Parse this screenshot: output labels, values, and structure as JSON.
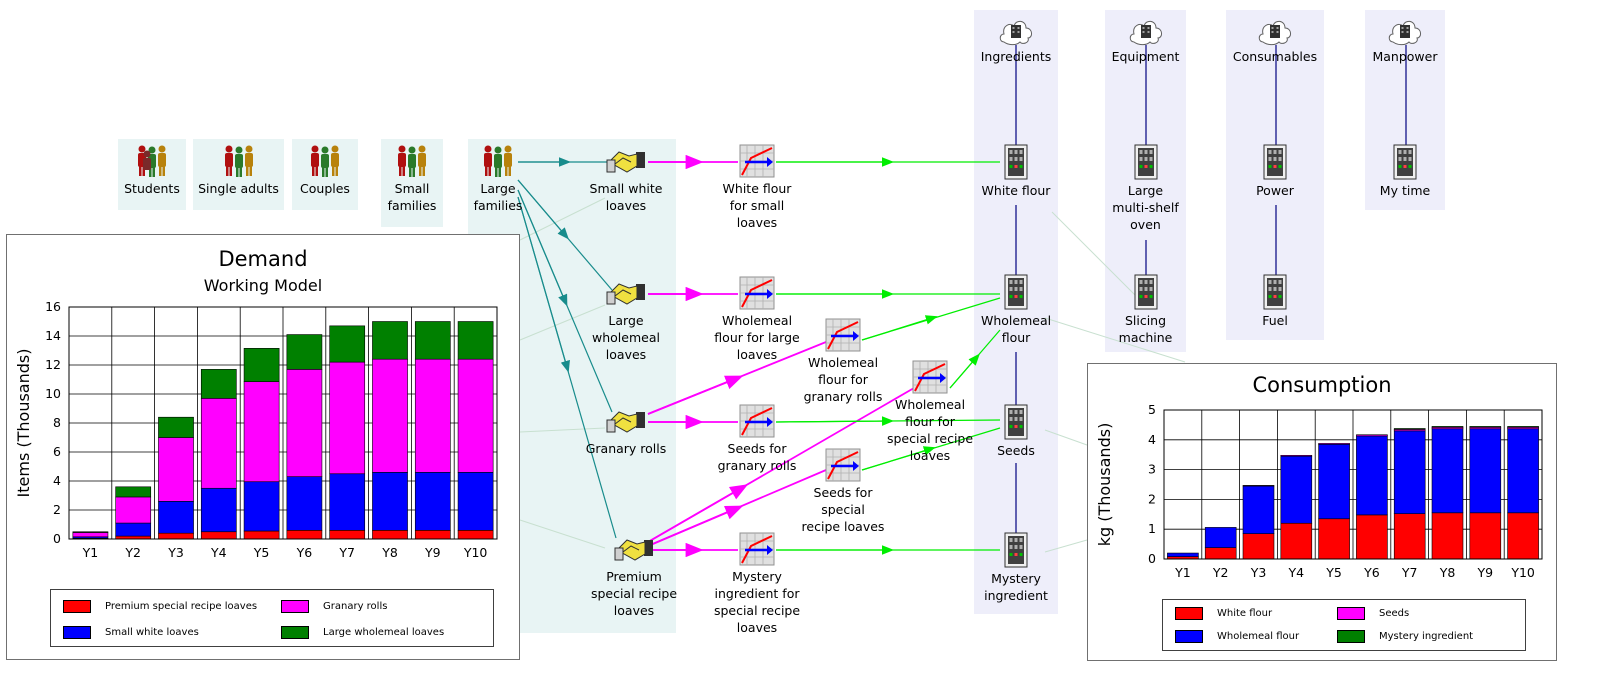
{
  "segments": [
    {
      "id": "students",
      "label": "Students"
    },
    {
      "id": "single",
      "label": "Single adults"
    },
    {
      "id": "couples",
      "label": "Couples"
    },
    {
      "id": "small",
      "label": "Small families"
    },
    {
      "id": "large",
      "label": "Large families"
    }
  ],
  "products": [
    {
      "id": "p1",
      "label": "Small white loaves"
    },
    {
      "id": "p2",
      "label": "Large wholemeal loaves"
    },
    {
      "id": "p3",
      "label": "Granary rolls"
    },
    {
      "id": "p4",
      "label": "Premium special recipe loaves"
    }
  ],
  "recipes": [
    {
      "id": "r1",
      "label": "White flour for small loaves"
    },
    {
      "id": "r2",
      "label": "Wholemeal flour for large loaves"
    },
    {
      "id": "r3",
      "label": "Wholemeal flour for granary rolls"
    },
    {
      "id": "r4",
      "label": "Wholemeal flour for special recipe loaves"
    },
    {
      "id": "r5",
      "label": "Seeds for granary rolls"
    },
    {
      "id": "r6",
      "label": "Seeds for special recipe loaves"
    },
    {
      "id": "r7",
      "label": "Mystery ingredient for special recipe loaves"
    }
  ],
  "resource_groups": [
    {
      "id": "g1",
      "label": "Ingredients"
    },
    {
      "id": "g2",
      "label": "Equipment"
    },
    {
      "id": "g3",
      "label": "Consumables"
    },
    {
      "id": "g4",
      "label": "Manpower"
    }
  ],
  "resources": [
    {
      "id": "res1",
      "label": "White flour"
    },
    {
      "id": "res2",
      "label": "Wholemeal flour"
    },
    {
      "id": "res3",
      "label": "Seeds"
    },
    {
      "id": "res4",
      "label": "Mystery ingredient"
    },
    {
      "id": "res5",
      "label": "Large multi-shelf oven"
    },
    {
      "id": "res6",
      "label": "Slicing machine"
    },
    {
      "id": "res7",
      "label": "Power"
    },
    {
      "id": "res8",
      "label": "Fuel"
    },
    {
      "id": "res9",
      "label": "My time"
    }
  ],
  "colors": {
    "band": "#e8f4f4",
    "resource_band": "#eeeefa",
    "magenta": "#ff00ff",
    "green": "#00ee00",
    "teal": "#188c8c",
    "navy": "#000080",
    "red": "#ff0000",
    "blue": "#0000ff",
    "dgreen": "#008000"
  },
  "chart_data": [
    {
      "type": "bar",
      "stacked": true,
      "title": "Demand",
      "subtitle": "Working Model",
      "ylabel": "Items (Thousands)",
      "xlabel": "",
      "ylim": [
        0,
        16
      ],
      "yticks": [
        0,
        2,
        4,
        6,
        8,
        10,
        12,
        14,
        16
      ],
      "grid": true,
      "legend_position": "bottom",
      "categories": [
        "Y1",
        "Y2",
        "Y3",
        "Y4",
        "Y5",
        "Y6",
        "Y7",
        "Y8",
        "Y9",
        "Y10"
      ],
      "series": [
        {
          "name": "Premium special recipe loaves",
          "color": "#ff0000",
          "values": [
            0.05,
            0.2,
            0.4,
            0.5,
            0.55,
            0.6,
            0.6,
            0.6,
            0.6,
            0.6
          ]
        },
        {
          "name": "Small white loaves",
          "color": "#0000ff",
          "values": [
            0.1,
            0.9,
            2.2,
            3.0,
            3.4,
            3.7,
            3.9,
            4.0,
            4.0,
            4.0
          ]
        },
        {
          "name": "Granary rolls",
          "color": "#ff00ff",
          "values": [
            0.3,
            1.8,
            4.4,
            6.2,
            6.9,
            7.4,
            7.7,
            7.8,
            7.8,
            7.8
          ]
        },
        {
          "name": "Large wholemeal loaves",
          "color": "#008000",
          "values": [
            0.05,
            0.7,
            1.4,
            2.0,
            2.3,
            2.4,
            2.5,
            2.6,
            2.6,
            2.6
          ]
        }
      ],
      "legend_order": [
        "Premium special recipe loaves",
        "Granary rolls",
        "Small white loaves",
        "Large wholemeal loaves"
      ]
    },
    {
      "type": "bar",
      "stacked": true,
      "title": "Consumption",
      "subtitle": "",
      "ylabel": "kg (Thousands)",
      "xlabel": "",
      "ylim": [
        0,
        5
      ],
      "yticks": [
        0,
        1,
        2,
        3,
        4,
        5
      ],
      "grid": true,
      "legend_position": "bottom",
      "categories": [
        "Y1",
        "Y2",
        "Y3",
        "Y4",
        "Y5",
        "Y6",
        "Y7",
        "Y8",
        "Y9",
        "Y10"
      ],
      "series": [
        {
          "name": "White flour",
          "color": "#ff0000",
          "values": [
            0.08,
            0.38,
            0.85,
            1.2,
            1.35,
            1.48,
            1.52,
            1.55,
            1.55,
            1.55
          ]
        },
        {
          "name": "Wholemeal flour",
          "color": "#0000ff",
          "values": [
            0.12,
            0.68,
            1.6,
            2.25,
            2.5,
            2.65,
            2.78,
            2.82,
            2.82,
            2.82
          ]
        },
        {
          "name": "Seeds",
          "color": "#ff00ff",
          "values": [
            0.0,
            0.0,
            0.02,
            0.03,
            0.03,
            0.04,
            0.05,
            0.05,
            0.05,
            0.05
          ]
        },
        {
          "name": "Mystery ingredient",
          "color": "#008000",
          "values": [
            0.0,
            0.0,
            0.0,
            0.0,
            0.0,
            0.0,
            0.03,
            0.03,
            0.03,
            0.03
          ]
        }
      ],
      "legend_order": [
        "White flour",
        "Seeds",
        "Wholemeal flour",
        "Mystery ingredient"
      ]
    }
  ]
}
